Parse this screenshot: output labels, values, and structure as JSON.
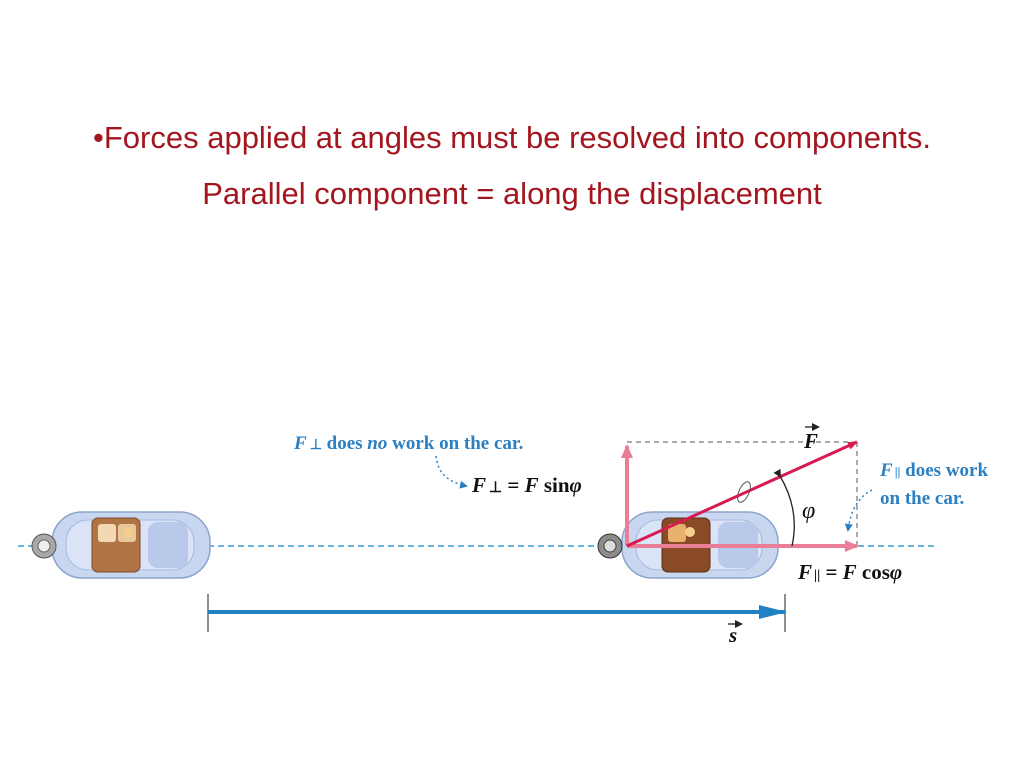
{
  "slide": {
    "bullet_1": "•Forces applied at angles must be resolved into components.",
    "bullet_2": "Parallel component = along the displacement"
  },
  "diagram": {
    "fperp_note": {
      "sym": "F",
      "sub": "⊥",
      "pre": " does ",
      "em": "no",
      "post": " work on the car."
    },
    "fperp_eq": {
      "lhs": "F",
      "sub": "⊥",
      "eq": " = ",
      "rhs": "F",
      "func": " sin",
      "angle": "φ"
    },
    "force_label": "F",
    "angle_label": "φ",
    "fpar_note": {
      "sym": "F",
      "sub": "||",
      "line1_rest": " does work",
      "line2": "on the car."
    },
    "fpar_eq": {
      "lhs": "F",
      "sub": "||",
      "eq": " = ",
      "rhs": "F",
      "func": " cos",
      "angle": "φ"
    },
    "displacement_label": "s",
    "colors": {
      "title_red": "#a3161f",
      "force_magenta": "#d81b4f",
      "component_pink": "#ea7e96",
      "displacement_blue": "#1f82c4",
      "label_blue": "#2b7fc3",
      "car_body": "#c8d6f0"
    }
  }
}
